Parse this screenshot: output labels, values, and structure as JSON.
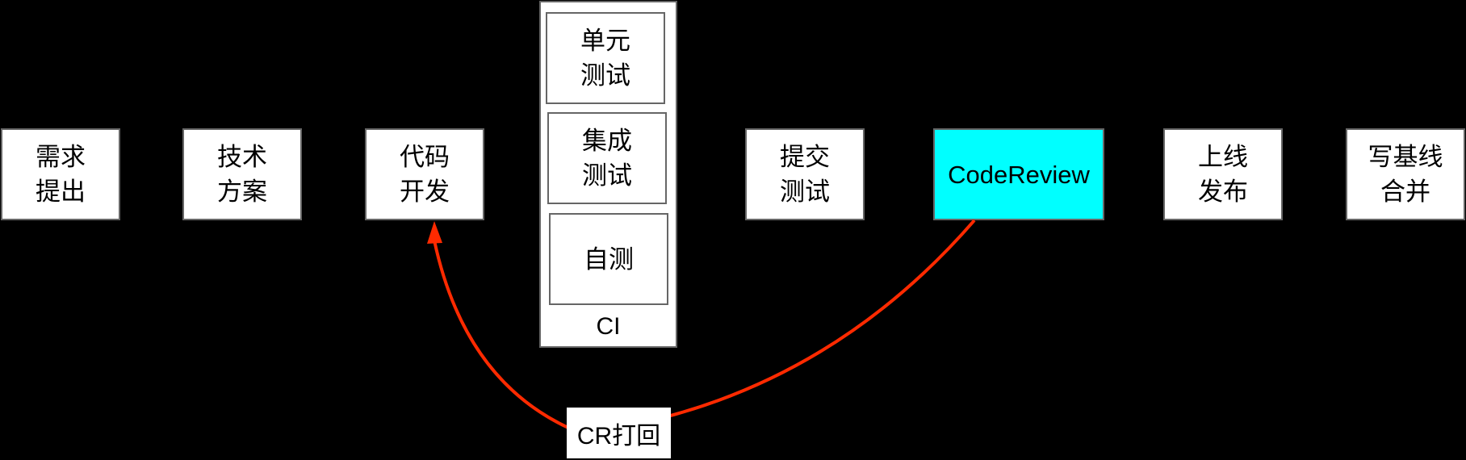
{
  "steps": [
    {
      "label": "需求\n提出"
    },
    {
      "label": "技术\n方案"
    },
    {
      "label": "代码\n开发"
    },
    {
      "label": "提交\n测试"
    },
    {
      "label": "CodeReview"
    },
    {
      "label": "上线\n发布"
    },
    {
      "label": "写基线\n合并"
    }
  ],
  "ci": {
    "label": "CI",
    "items": [
      {
        "label": "单元\n测试"
      },
      {
        "label": "集成\n测试"
      },
      {
        "label": "自测"
      }
    ]
  },
  "rework": {
    "label": "CR打回"
  },
  "colors": {
    "background": "#000000",
    "box_fill": "#ffffff",
    "box_border": "#666666",
    "highlight": "#00ffff",
    "rework_arrow": "#ff2a00"
  }
}
